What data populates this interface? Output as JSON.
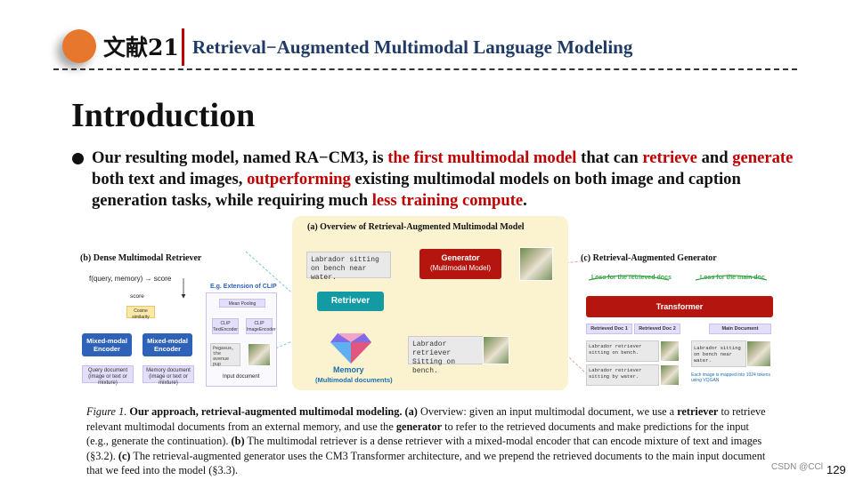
{
  "header": {
    "number_label": "文献21",
    "title": "Retrieval−Augmented Multimodal Language Modeling"
  },
  "slide": {
    "title": "Introduction",
    "bullet": {
      "t1": "Our resulting model, named RA−CM3, is ",
      "h1": "the first multimodal model",
      "t2": " that can ",
      "h2": "retrieve",
      "t3": " and ",
      "h3": "generate",
      "t4": " both text and images, ",
      "h4": "outperforming",
      "t5": " existing multimodal models on both image and caption generation tasks, while requiring much ",
      "h5": "less training compute",
      "t6": "."
    }
  },
  "figure": {
    "panel_a_title": "(a) Overview of Retrieval-Augmented Multimodal Model",
    "panel_b_title": "(b) Dense Multimodal Retriever",
    "panel_c_title": "(c) Retrieval-Augmented Generator",
    "a_input_text": "Labrador sitting on bench near water.",
    "a_generator": "Generator",
    "a_generator_sub": "(Multimodal Model)",
    "a_retriever": "Retriever",
    "a_memory": "Memory",
    "a_memory_sub": "(Multimodal documents)",
    "a_retrieved_text": "Labrador retriever Sitting on bench.",
    "b_formula": "f(query, memory) → score",
    "b_score": "score",
    "b_cosine": "Cosine similarity",
    "b_encoder1": "Mixed-modal Encoder",
    "b_encoder2": "Mixed-modal Encoder",
    "b_query_doc": "Query document",
    "b_query_doc_sub": "(image or text or mixture)",
    "b_memory_doc": "Memory document",
    "b_memory_doc_sub": "(image or text or mixture)",
    "b_clip_title": "E.g. Extension of CLIP",
    "b_mean_pooling": "Mean Pooling",
    "b_clip_text": "CLIP TextEncoder",
    "b_clip_image": "CLIP ImageEncoder",
    "b_clip_sample_text": "Pegasus, the avenue pup",
    "b_input_doc": "Input document",
    "c_loss_retrieved": "Loss for the retrieved docs",
    "c_loss_main": "Loss for the main doc",
    "c_transformer": "Transformer",
    "c_retrieved_doc1": "Retrieved Doc 1",
    "c_retrieved_doc2": "Retrieved Doc 2",
    "c_main_doc": "Main Document",
    "c_doc1_text": "Labrador retriever sitting on bench.",
    "c_doc2_text": "Labrador retriever sitting by water.",
    "c_main_text": "Labrador sitting on bench near water.",
    "c_note": "Each image is mapped into 1024 tokens using VQGAN"
  },
  "caption": {
    "c1": "Figure 1. ",
    "c2": "Our approach, retrieval-augmented multimodal modeling.",
    "c3": " ",
    "c4": "(a)",
    "c5": " Overview: given an input multimodal document, we use a ",
    "c6": "retriever",
    "c7": " to retrieve relevant multimodal documents from an external memory, and use the ",
    "c8": "generator",
    "c9": " to refer to the retrieved documents and make predictions for the input (e.g., generate the continuation). ",
    "c10": "(b)",
    "c11": " The multimodal retriever is a dense retriever with a mixed-modal encoder that can encode mixture of text and images (§3.2). ",
    "c12": "(c)",
    "c13": " The retrieval-augmented generator uses the CM3 Transformer architecture, and we prepend the retrieved documents to the main input document that we feed into the model (§3.3)."
  },
  "footer": {
    "watermark": "CSDN @CCl",
    "page_number": "129"
  },
  "colors": {
    "accent_orange": "#e8772e",
    "header_red": "#c00000",
    "header_blue": "#1f3a64",
    "highlight_red": "#c00000",
    "overview_bg": "#fbf3cf",
    "generator_red": "#b5150f",
    "retriever_teal": "#149aa3",
    "encoder_blue": "#2e62b8"
  }
}
